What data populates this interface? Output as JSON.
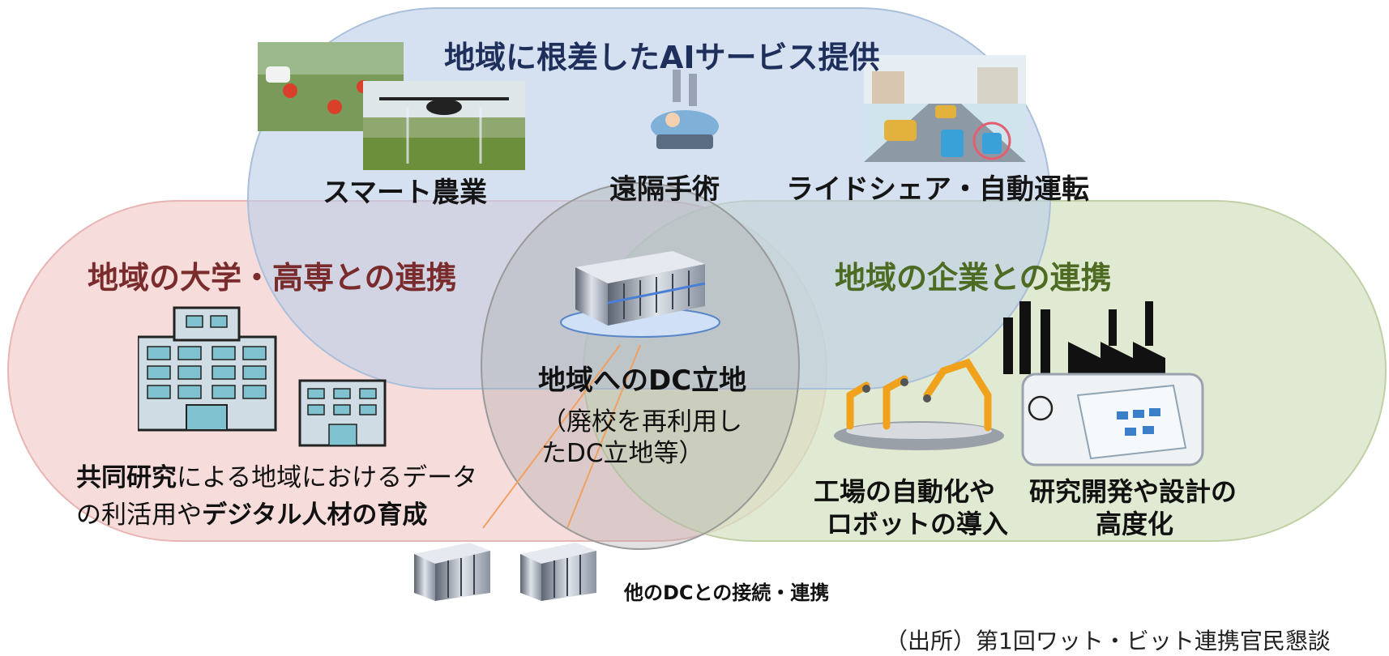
{
  "top_group": {
    "title": "地域に根差したAIサービス提供",
    "items": [
      {
        "label": "スマート農業",
        "icon": "drone-agriculture-icon"
      },
      {
        "label": "遠隔手術",
        "icon": "remote-surgery-robot-icon"
      },
      {
        "label": "ライドシェア・自動運転",
        "icon": "autonomous-driving-icon"
      }
    ]
  },
  "left_group": {
    "title": "地域の大学・高専との連携",
    "desc_line1_bold": "共同研究",
    "desc_line1_rest": "による地域におけるデータ",
    "desc_line2_pre": "の利活用や",
    "desc_line2_bold": "デジタル人材の育成"
  },
  "center": {
    "title": "地域へのDC立地",
    "sub_line1": "（廃校を再利用し",
    "sub_line2": "たDC立地等）"
  },
  "right_group": {
    "title": "地域の企業との連携",
    "item1_line1": "工場の自動化や",
    "item1_line2": "ロボットの導入",
    "item2_line1": "研究開発や設計の",
    "item2_line2": "高度化"
  },
  "footer": {
    "other_dc_label": "他のDCとの接続・連携",
    "source_text": "（出所）第1回ワット・ビット連携官民懇談"
  },
  "colors": {
    "top_ellipse": "#c9d7ea",
    "left_ellipse": "#f4d0d0",
    "right_ellipse": "#d6e2c2",
    "center_ellipse": "#b8b8b8",
    "connector_line": "#f0a060"
  }
}
